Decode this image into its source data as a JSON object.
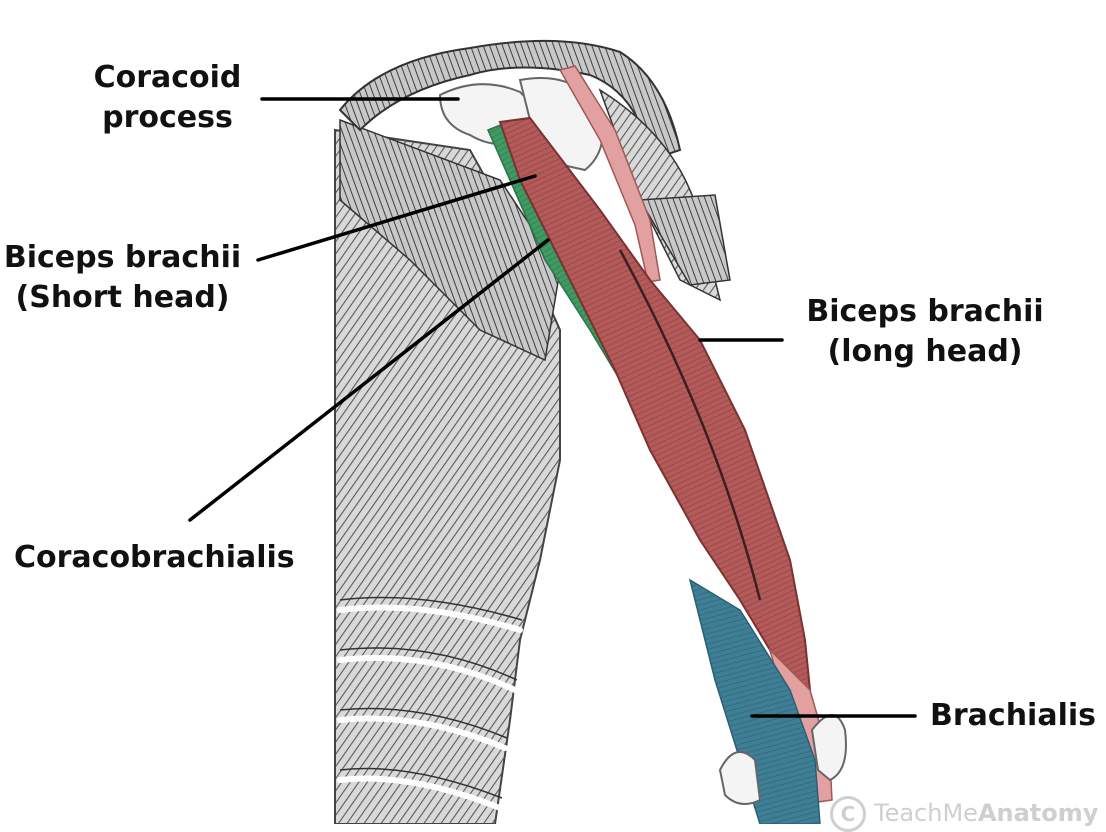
{
  "labels": {
    "coracoid": {
      "line1": "Coracoid",
      "line2": "process"
    },
    "biceps_short": {
      "line1": "Biceps brachii",
      "line2": "(Short head)"
    },
    "biceps_long": {
      "line1": "Biceps brachii",
      "line2": "(long head)"
    },
    "coracobrachialis": "Coracobrachialis",
    "brachialis": "Brachialis"
  },
  "watermark": {
    "symbol": "C",
    "part1": "TeachMe",
    "part2": "Anatomy"
  },
  "colors": {
    "coracobrachialis_muscle": "#3f9a63",
    "biceps_muscle": "#b35a5a",
    "biceps_tendon": "#e3a0a0",
    "brachialis_muscle": "#3f7f96",
    "engraving": "#6a6a6a",
    "leader_line": "#000000"
  }
}
